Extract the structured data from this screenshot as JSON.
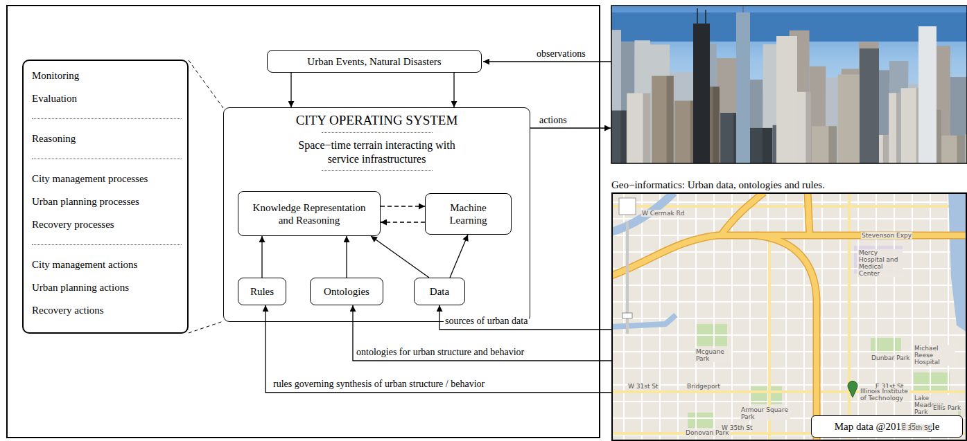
{
  "diagram": {
    "nodes": [
      {
        "text": [
          "Monitoring",
          "Evaluation",
          "Reasoning",
          "City management processes",
          "Urban planning processes",
          "Recovery processes",
          "City management actions",
          "Urban planning actions",
          "Recovery actions"
        ]
      },
      {
        "text": [
          "Urban Events, Natural Disasters"
        ]
      },
      {
        "text": [
          "CITY OPERATING SYSTEM",
          "Space−time terrain interacting with service infrastructures"
        ]
      },
      {
        "text": [
          "Knowledge Representation and Reasoning"
        ],
        "in": 2
      },
      {
        "text": [
          "Machine Learning"
        ],
        "in": 2
      },
      {
        "text": [
          "Rules"
        ],
        "in": 2
      },
      {
        "text": [
          "Ontologies"
        ],
        "in": 2
      },
      {
        "text": [
          "Data"
        ],
        "in": 2
      },
      {
        "text": [
          "Geo−informatics: Urban data, ontologies and rules."
        ]
      },
      {
        "text": [
          "Map data @2019 Google"
        ],
        "in": 8
      }
    ],
    "edges": [
      {
        "from": 1,
        "to": 2,
        "arrow": "to"
      },
      {
        "from": 1,
        "to": 2,
        "arrow": "to"
      },
      {
        "from": 3,
        "to": 4,
        "arrow": "to"
      },
      {
        "from": 4,
        "to": 3,
        "arrow": "to"
      },
      {
        "from": 5,
        "to": 3,
        "arrow": "to"
      },
      {
        "from": 6,
        "to": 3,
        "arrow": "to"
      },
      {
        "from": 7,
        "to": 3,
        "arrow": "to"
      },
      {
        "from": 7,
        "to": 4,
        "arrow": "to"
      },
      {
        "from": 8,
        "to": 7,
        "label": "sources of urban data",
        "arrow": "to"
      },
      {
        "from": 8,
        "to": 6,
        "label": "ontologies for urban structure and behavior",
        "arrow": "to"
      },
      {
        "from": 8,
        "to": 5,
        "label": "rules governing synthesis of urban structure / behavior",
        "arrow": "to"
      }
    ],
    "labels": [
      "observations",
      "actions",
      "W Cermak Rd",
      "Stevenson Expy",
      "Mcguane Park",
      "Bridgeport",
      "W 31st St",
      "E 31st St",
      "Armour Square Park",
      "Donovan Park",
      "W 35th St",
      "E 35th St",
      "Mercy Hospital and Medical Center",
      "Dunbar Park",
      "Michael Reese Hospital",
      "Lake Meadows Park",
      "Illinois Institute of Technology",
      "Ellis Park"
    ]
  }
}
